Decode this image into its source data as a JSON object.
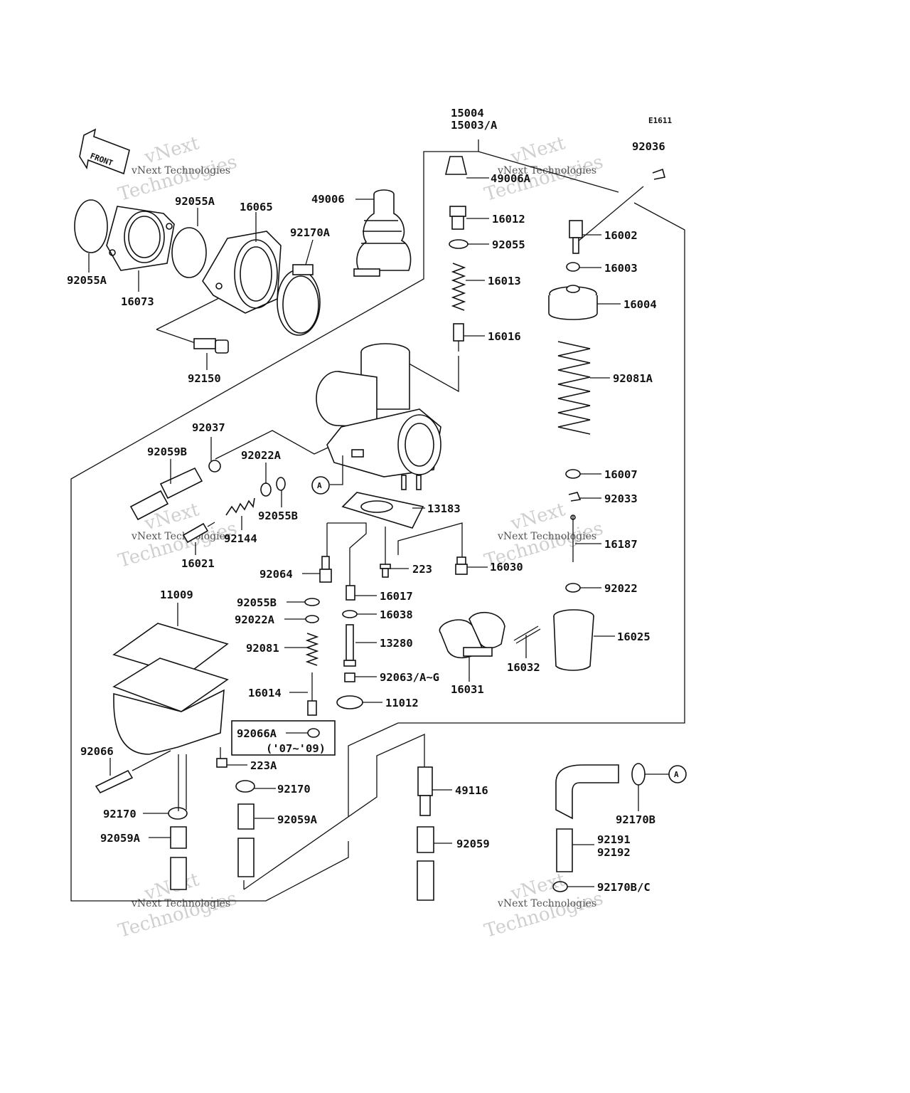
{
  "diagram": {
    "code": "E1611",
    "front_label": "FRONT",
    "circle_ref": "A",
    "watermark": {
      "line1": "vNext",
      "line2": "Technologies",
      "line3": "vNext Technologies"
    },
    "parts": {
      "p15004": "15004",
      "p15003A": "15003/A",
      "p92036": "92036",
      "p49006A": "49006A",
      "p16012": "16012",
      "p92055": "92055",
      "p16013": "16013",
      "p16016": "16016",
      "p16002": "16002",
      "p16003": "16003",
      "p16004": "16004",
      "p92081A": "92081A",
      "p16007": "16007",
      "p92033": "92033",
      "p16187": "16187",
      "p92022": "92022",
      "p16025": "16025",
      "p16032": "16032",
      "p16031": "16031",
      "p49006": "49006",
      "p92055A_top": "92055A",
      "p16065": "16065",
      "p92170A": "92170A",
      "p92055A_left": "92055A",
      "p16073": "16073",
      "p92150": "92150",
      "p92037": "92037",
      "p92059B": "92059B",
      "p92022A_top": "92022A",
      "p92055B_top": "92055B",
      "p92144": "92144",
      "p16021": "16021",
      "p13183": "13183",
      "p92064": "92064",
      "p223": "223",
      "p16030": "16030",
      "p16017": "16017",
      "p11009": "11009",
      "p92055B": "92055B",
      "p16038": "16038",
      "p92022A": "92022A",
      "p92081": "92081",
      "p13280": "13280",
      "p92063": "92063/A~G",
      "p16014": "16014",
      "p11012": "11012",
      "p92066A": "92066A",
      "p9266A_years": "('07~'09)",
      "p92066": "92066",
      "p223A": "223A",
      "p92170_r": "92170",
      "p92170_l": "92170",
      "p92059A_r": "92059A",
      "p92059A_l": "92059A",
      "p49116": "49116",
      "p92059": "92059",
      "p92170B": "92170B",
      "p92191": "92191",
      "p92192": "92192",
      "p92170BC": "92170B/C"
    }
  }
}
